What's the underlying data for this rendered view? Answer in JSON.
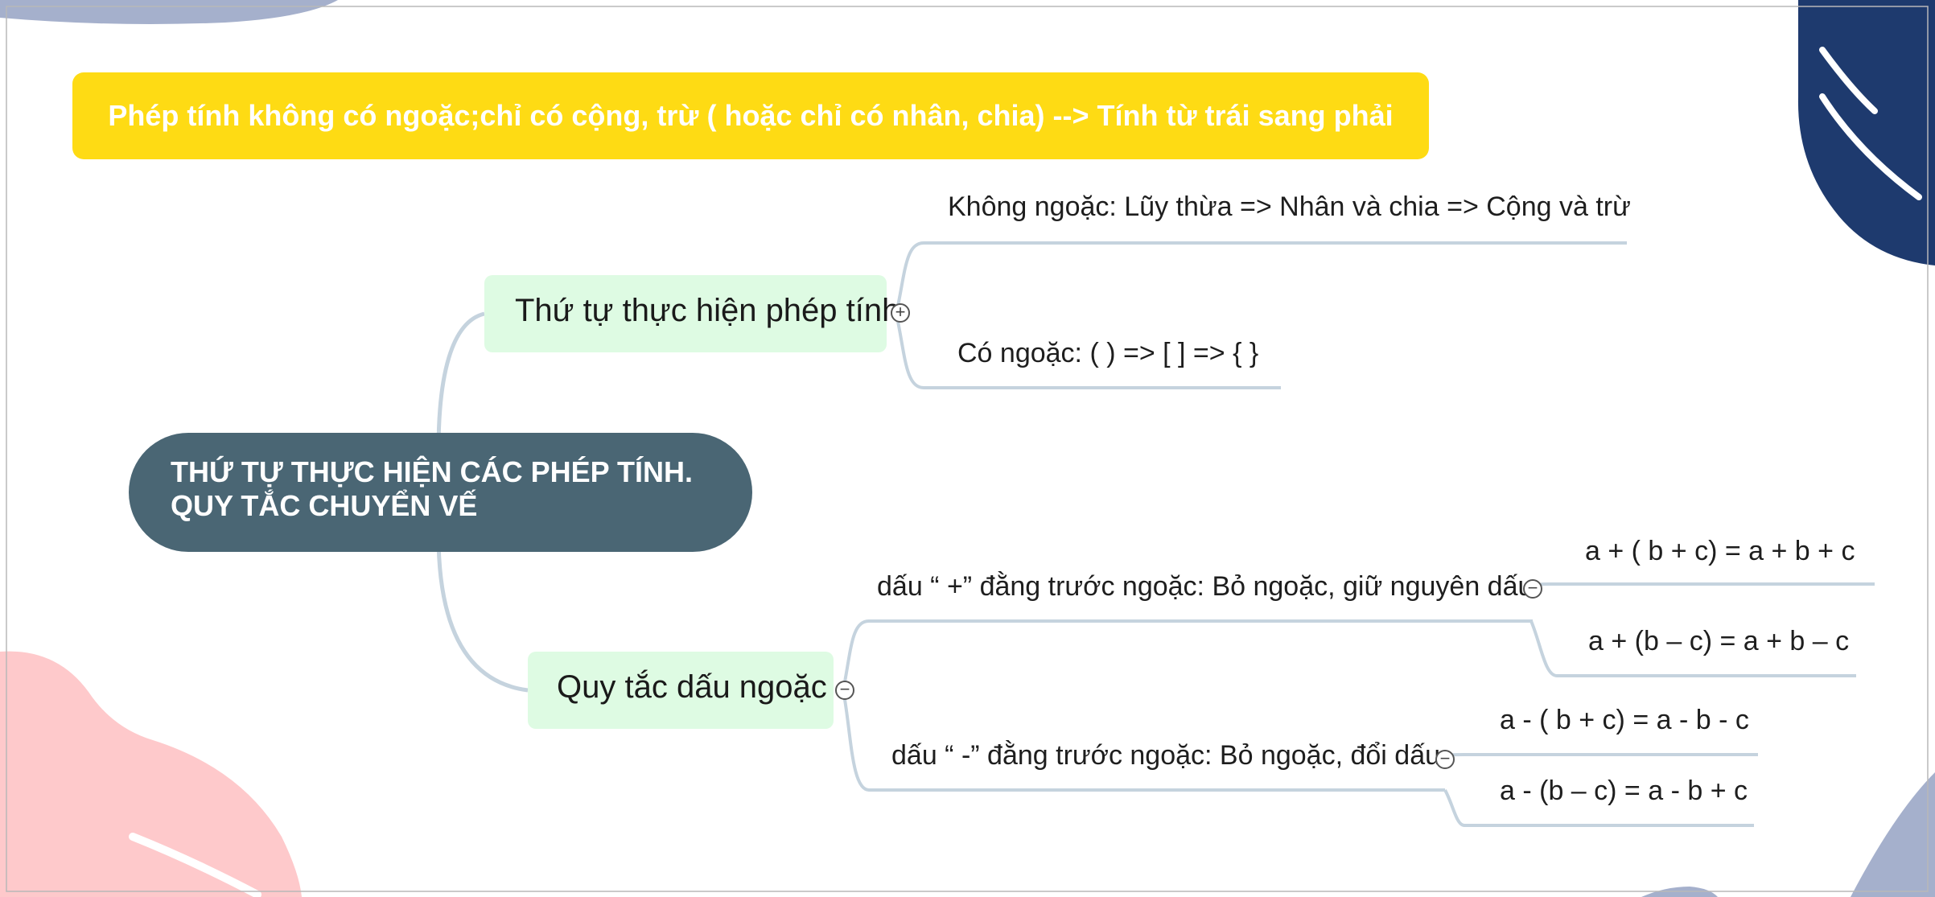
{
  "note": "Phép tính không có ngoặc;chỉ có cộng, trừ ( hoặc chỉ có nhân, chia) --> Tính từ trái sang phải",
  "root": {
    "line1": "THỨ TỰ THỰC HIỆN CÁC PHÉP TÍNH.",
    "line2": "QUY TẮC CHUYỂN VẾ"
  },
  "topics": {
    "order": {
      "label": "Thứ tự thực hiện phép tính",
      "children": [
        "Không ngoặc: Lũy thừa => Nhân và chia => Cộng và trừ",
        "Có ngoặc: ( ) => [ ] => { }"
      ]
    },
    "brackets": {
      "label": "Quy tắc dấu ngoặc",
      "plus_rule": {
        "label": "dấu “ +” đằng trước ngoặc: Bỏ ngoặc, giữ nguyên dấu",
        "examples": [
          "a + ( b + c) = a + b + c",
          "a + (b – c) = a + b – c"
        ]
      },
      "minus_rule": {
        "label": "dấu “ -” đằng trước ngoặc: Bỏ ngoặc, đổi dấu",
        "examples": [
          "a - ( b + c) = a - b - c",
          "a - (b – c) = a - b + c"
        ]
      }
    }
  },
  "toggle_symbols": {
    "collapsed": "+",
    "expanded": "−"
  },
  "colors": {
    "note_bg": "#fedb14",
    "root_bg": "#4a6674",
    "topic_bg": "#defbe3",
    "connector": "#c5d3de",
    "decor_navy": "#1e3a6e",
    "decor_pink": "#fec9cb",
    "decor_periwinkle": "#a5b0cc"
  }
}
